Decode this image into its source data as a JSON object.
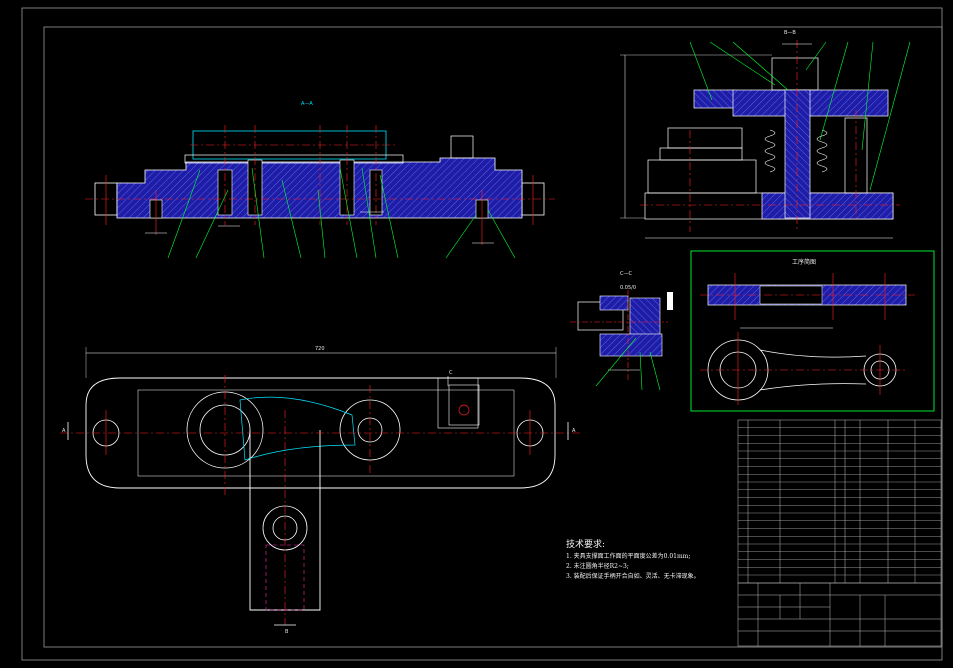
{
  "views": {
    "section_aa": {
      "label": "A—A"
    },
    "section_bb": {
      "label": "B—B"
    },
    "section_cc": {
      "label": "C—C",
      "roughness": "0.05/0"
    },
    "process_sketch": {
      "title": "工序简图"
    },
    "plan_view": {
      "dim_overall": "720",
      "view_mark_a_left": "A",
      "view_mark_a_right": "A",
      "view_mark_b": "B",
      "view_mark_c": "C"
    }
  },
  "technical_requirements": {
    "title": "技术要求:",
    "lines": [
      "1. 夹具支撑面工作面的平面度公差为0.01mm;",
      "2. 未注圆角半径R2~3;",
      "3. 装配后保证手柄开合自如、灵活、无卡滞现象。"
    ]
  },
  "colors": {
    "outline": "#ffffff",
    "section_fill": "#1a1aa0",
    "hatch": "#5555dd",
    "center_line": "#ff2020",
    "leader": "#00ff30",
    "dimension": "#ffffff",
    "frame": "#9a9a9a",
    "cyan": "#00e5ff"
  }
}
